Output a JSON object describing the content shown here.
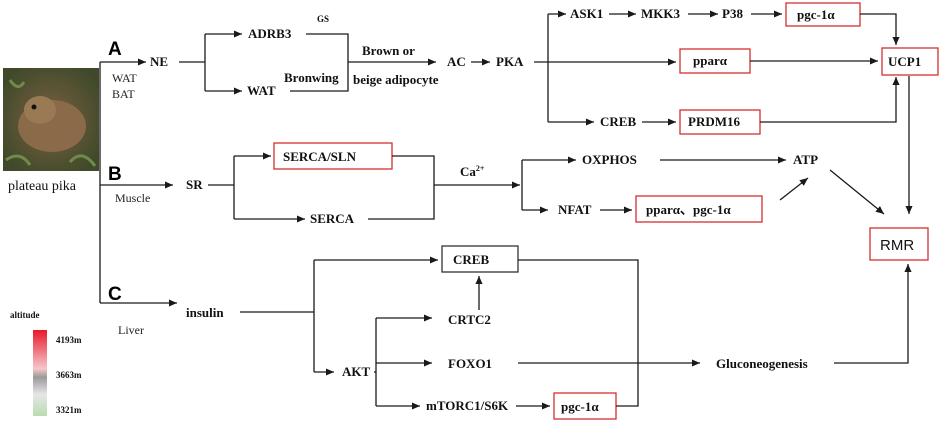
{
  "organism": {
    "label": "plateau pika"
  },
  "sections": {
    "a": {
      "letter": "A",
      "tissue_line1": "WAT",
      "tissue_line2": "BAT"
    },
    "b": {
      "letter": "B",
      "tissue": "Muscle"
    },
    "c": {
      "letter": "C",
      "tissue": "Liver"
    }
  },
  "nodes": {
    "ne": "NE",
    "adrb3": "ADRB3",
    "gs": "GS",
    "wat": "WAT",
    "bronwing": "Bronwing",
    "brown_line1": "Brown or",
    "brown_line2": "beige adipocyte",
    "ac": "AC",
    "pka": "PKA",
    "ask1": "ASK1",
    "mkk3": "MKK3",
    "p38": "P38",
    "pgc1a_a": "pgc-1α",
    "ppara_a": "pparα",
    "ucp1": "UCP1",
    "creb_a": "CREB",
    "prdm16": "PRDM16",
    "sr": "SR",
    "serca_sln": "SERCA/SLN",
    "serca": "SERCA",
    "ca": "Ca",
    "ca_sup": "2+",
    "oxphos": "OXPHOS",
    "atp": "ATP",
    "nfat": "NFAT",
    "ppara_pgc": "pparα、pgc-1α",
    "rmr": "RMR",
    "insulin": "insulin",
    "creb_c": "CREB",
    "crtc2": "CRTC2",
    "akt": "AKT",
    "foxo1": "FOXO1",
    "gluconeo": "Gluconeogenesis",
    "mtorc": "mTORC1/S6K",
    "pgc1a_c": "pgc-1α"
  },
  "legend": {
    "title": "altitude",
    "high": "4193m",
    "mid": "3663m",
    "low": "3321m",
    "colors": {
      "high": "#e8192c",
      "mid": "#8c8c8c",
      "low": "#b8dcb0"
    }
  },
  "colors": {
    "highlight_box": "#d32f2f",
    "line": "#1a1a1a"
  }
}
